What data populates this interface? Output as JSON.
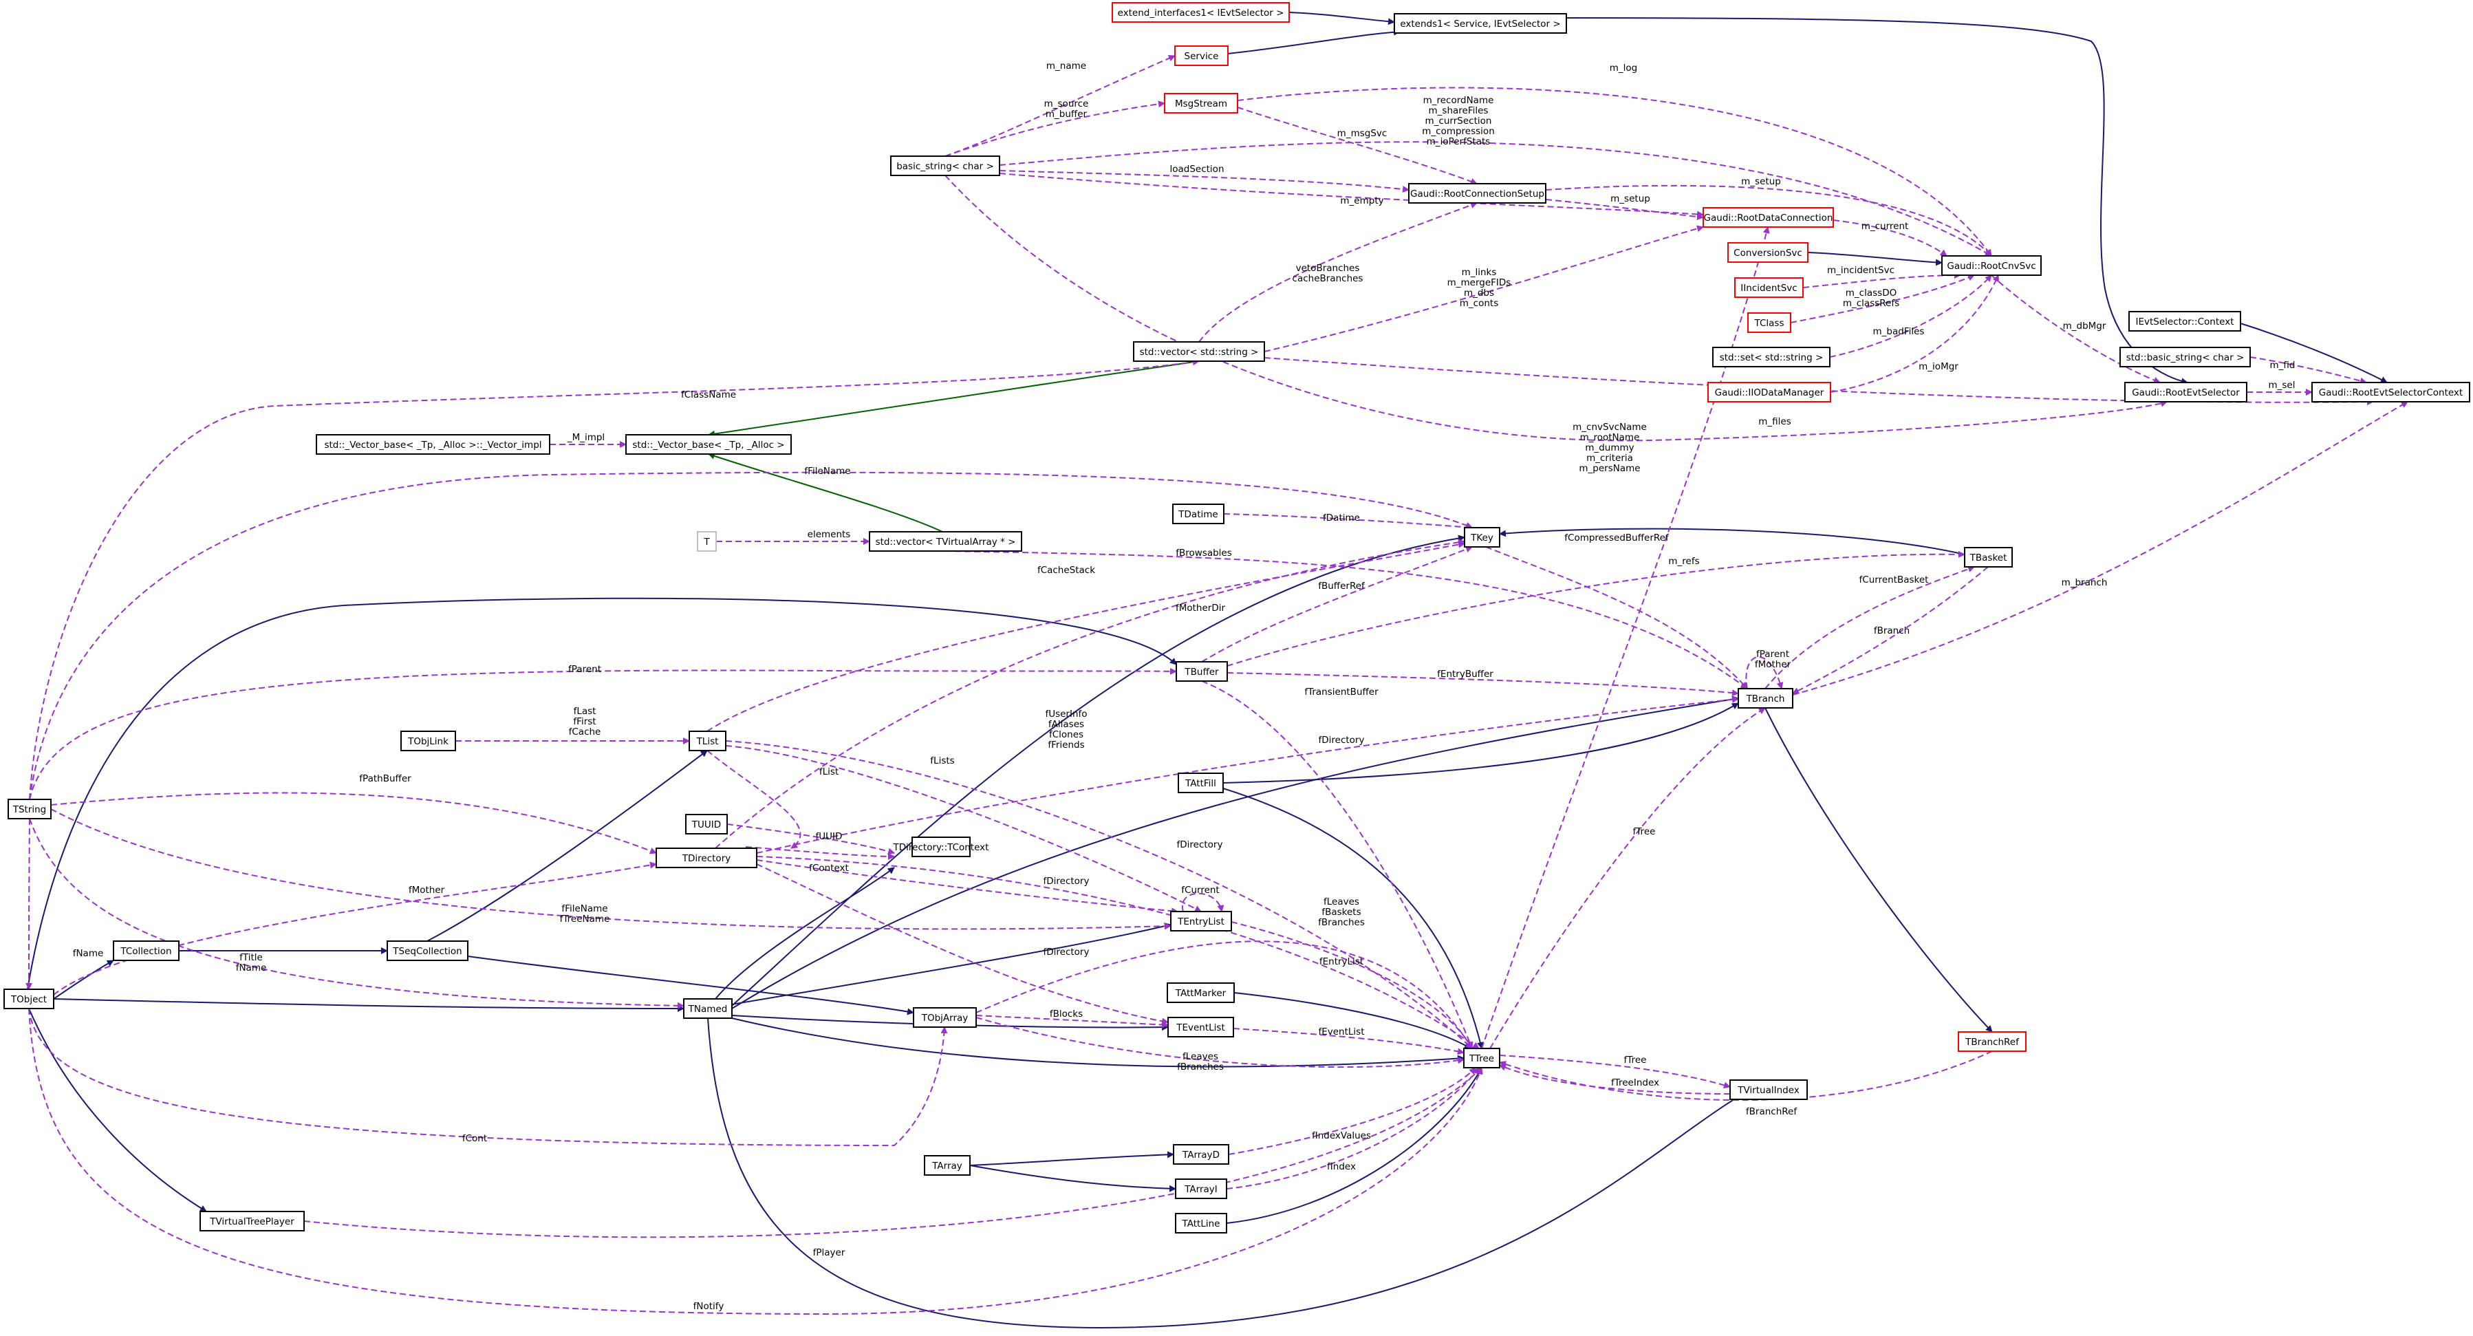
{
  "diagram": {
    "colors": {
      "inherit": "#191970",
      "template": "#006400",
      "usage": "#9a32cd",
      "box_complete": "#000000",
      "box_incomplete": "#ff0000",
      "box_undocumented": "#bfbfbf",
      "highlight_fill": "#bfbfbf"
    },
    "nodes": [
      {
        "id": "extend_interfaces1",
        "label": "extend_interfaces1< IEvtSelector >",
        "status": "incomplete"
      },
      {
        "id": "extends1",
        "label": "extends1< Service, IEvtSelector >",
        "status": "complete"
      },
      {
        "id": "Service",
        "label": "Service",
        "status": "incomplete"
      },
      {
        "id": "MsgStream",
        "label": "MsgStream",
        "status": "incomplete"
      },
      {
        "id": "basic_string",
        "label": "basic_string< char >",
        "status": "complete"
      },
      {
        "id": "RootConnectionSetup",
        "label": "Gaudi::RootConnectionSetup",
        "status": "complete"
      },
      {
        "id": "RootDataConnection",
        "label": "Gaudi::RootDataConnection",
        "status": "incomplete"
      },
      {
        "id": "ConversionSvc",
        "label": "ConversionSvc",
        "status": "incomplete"
      },
      {
        "id": "IIncidentSvc",
        "label": "IIncidentSvc",
        "status": "incomplete"
      },
      {
        "id": "TClass",
        "label": "TClass",
        "status": "incomplete"
      },
      {
        "id": "std_set",
        "label": "std::set< std::string >",
        "status": "complete"
      },
      {
        "id": "IIODataManager",
        "label": "Gaudi::IIODataManager",
        "status": "incomplete"
      },
      {
        "id": "RootCnvSvc",
        "label": "Gaudi::RootCnvSvc",
        "status": "complete"
      },
      {
        "id": "IEvtSelectorContext",
        "label": "IEvtSelector::Context",
        "status": "complete"
      },
      {
        "id": "std_basic_string",
        "label": "std::basic_string< char >",
        "status": "complete"
      },
      {
        "id": "RootEvtSelector",
        "label": "Gaudi::RootEvtSelector",
        "status": "complete"
      },
      {
        "id": "RootEvtSelectorContext",
        "label": "Gaudi::RootEvtSelectorContext",
        "status": "highlight"
      },
      {
        "id": "vector_string",
        "label": "std::vector< std::string >",
        "status": "complete"
      },
      {
        "id": "vector_base_impl",
        "label": "std::_Vector_base< _Tp, _Alloc >::_Vector_impl",
        "status": "complete"
      },
      {
        "id": "vector_base",
        "label": "std::_Vector_base< _Tp, _Alloc >",
        "status": "complete"
      },
      {
        "id": "T",
        "label": "T",
        "status": "undocumented"
      },
      {
        "id": "vector_tvirt",
        "label": "std::vector< TVirtualArray * >",
        "status": "complete"
      },
      {
        "id": "TDatime",
        "label": "TDatime",
        "status": "complete"
      },
      {
        "id": "TKey",
        "label": "TKey",
        "status": "complete"
      },
      {
        "id": "TBasket",
        "label": "TBasket",
        "status": "complete"
      },
      {
        "id": "TBuffer",
        "label": "TBuffer",
        "status": "complete"
      },
      {
        "id": "TBranch",
        "label": "TBranch",
        "status": "complete"
      },
      {
        "id": "TObjLink",
        "label": "TObjLink",
        "status": "complete"
      },
      {
        "id": "TList",
        "label": "TList",
        "status": "complete"
      },
      {
        "id": "TString",
        "label": "TString",
        "status": "complete"
      },
      {
        "id": "TAttFill",
        "label": "TAttFill",
        "status": "complete"
      },
      {
        "id": "TUUID",
        "label": "TUUID",
        "status": "complete"
      },
      {
        "id": "TDirectory",
        "label": "TDirectory",
        "status": "complete"
      },
      {
        "id": "TDirContext",
        "label": "TDirectory::TContext",
        "status": "complete"
      },
      {
        "id": "TEntryList",
        "label": "TEntryList",
        "status": "complete"
      },
      {
        "id": "TCollection",
        "label": "TCollection",
        "status": "complete"
      },
      {
        "id": "TSeqCollection",
        "label": "TSeqCollection",
        "status": "complete"
      },
      {
        "id": "TObject",
        "label": "TObject",
        "status": "complete"
      },
      {
        "id": "TNamed",
        "label": "TNamed",
        "status": "complete"
      },
      {
        "id": "TObjArray",
        "label": "TObjArray",
        "status": "complete"
      },
      {
        "id": "TAttMarker",
        "label": "TAttMarker",
        "status": "complete"
      },
      {
        "id": "TEventList",
        "label": "TEventList",
        "status": "complete"
      },
      {
        "id": "TTree",
        "label": "TTree",
        "status": "complete"
      },
      {
        "id": "TBranchRef",
        "label": "TBranchRef",
        "status": "incomplete"
      },
      {
        "id": "TVirtualIndex",
        "label": "TVirtualIndex",
        "status": "complete"
      },
      {
        "id": "TArrayD",
        "label": "TArrayD",
        "status": "complete"
      },
      {
        "id": "TArray",
        "label": "TArray",
        "status": "complete"
      },
      {
        "id": "TArrayI",
        "label": "TArrayI",
        "status": "complete"
      },
      {
        "id": "TAttLine",
        "label": "TAttLine",
        "status": "complete"
      },
      {
        "id": "TVirtualTreePlayer",
        "label": "TVirtualTreePlayer",
        "status": "complete"
      }
    ],
    "edges": [
      {
        "from": "extend_interfaces1",
        "to": "extends1",
        "kind": "inherit"
      },
      {
        "from": "Service",
        "to": "extends1",
        "kind": "inherit"
      },
      {
        "from": "extends1",
        "to": "RootEvtSelector",
        "kind": "inherit"
      },
      {
        "from": "ConversionSvc",
        "to": "RootCnvSvc",
        "kind": "inherit"
      },
      {
        "from": "IEvtSelectorContext",
        "to": "RootEvtSelectorContext",
        "kind": "inherit"
      },
      {
        "from": "vector_base",
        "to": "vector_string",
        "kind": "template"
      },
      {
        "from": "vector_base",
        "to": "vector_tvirt",
        "kind": "template"
      },
      {
        "from": "TKey",
        "to": "TBasket",
        "kind": "inherit"
      },
      {
        "from": "TNamed",
        "to": "TKey",
        "kind": "inherit"
      },
      {
        "from": "TObject",
        "to": "TBuffer",
        "kind": "inherit"
      },
      {
        "from": "TNamed",
        "to": "TBranch",
        "kind": "inherit"
      },
      {
        "from": "TAttFill",
        "to": "TBranch",
        "kind": "inherit"
      },
      {
        "from": "TSeqCollection",
        "to": "TList",
        "kind": "inherit"
      },
      {
        "from": "TCollection",
        "to": "TSeqCollection",
        "kind": "inherit"
      },
      {
        "from": "TObject",
        "to": "TCollection",
        "kind": "inherit"
      },
      {
        "from": "TObject",
        "to": "TNamed",
        "kind": "inherit"
      },
      {
        "from": "TNamed",
        "to": "TDirectory",
        "kind": "inherit"
      },
      {
        "from": "TNamed",
        "to": "TEntryList",
        "kind": "inherit"
      },
      {
        "from": "TSeqCollection",
        "to": "TObjArray",
        "kind": "inherit"
      },
      {
        "from": "TNamed",
        "to": "TEventList",
        "kind": "inherit"
      },
      {
        "from": "TNamed",
        "to": "TTree",
        "kind": "inherit"
      },
      {
        "from": "TAttFill",
        "to": "TTree",
        "kind": "inherit"
      },
      {
        "from": "TAttMarker",
        "to": "TTree",
        "kind": "inherit"
      },
      {
        "from": "TAttLine",
        "to": "TTree",
        "kind": "inherit"
      },
      {
        "from": "TBranch",
        "to": "TBranchRef",
        "kind": "inherit"
      },
      {
        "from": "TNamed",
        "to": "TVirtualIndex",
        "kind": "inherit"
      },
      {
        "from": "TArray",
        "to": "TArrayD",
        "kind": "inherit"
      },
      {
        "from": "TArray",
        "to": "TArrayI",
        "kind": "inherit"
      },
      {
        "from": "TObject",
        "to": "TVirtualTreePlayer",
        "kind": "inherit"
      },
      {
        "from": "basic_string",
        "to": "Service",
        "kind": "usage",
        "label": "m_name"
      },
      {
        "from": "basic_string",
        "to": "MsgStream",
        "kind": "usage",
        "label": "m_source\nm_buffer"
      },
      {
        "from": "MsgStream",
        "to": "RootCnvSvc",
        "kind": "usage",
        "label": "m_log"
      },
      {
        "from": "MsgStream",
        "to": "RootConnectionSetup",
        "kind": "usage",
        "label": "m_msgSvc"
      },
      {
        "from": "basic_string",
        "to": "RootCnvSvc",
        "kind": "usage",
        "label": "m_recordName\nm_shareFiles\nm_currSection\nm_compression\nm_ioPerfStats"
      },
      {
        "from": "basic_string",
        "to": "RootConnectionSetup",
        "kind": "usage",
        "label": "loadSection"
      },
      {
        "from": "basic_string",
        "to": "RootDataConnection",
        "kind": "usage",
        "label": "m_empty"
      },
      {
        "from": "RootConnectionSetup",
        "to": "RootCnvSvc",
        "kind": "usage",
        "label": "m_setup"
      },
      {
        "from": "RootConnectionSetup",
        "to": "RootDataConnection",
        "kind": "usage",
        "label": "m_setup"
      },
      {
        "from": "RootDataConnection",
        "to": "RootCnvSvc",
        "kind": "usage",
        "label": "m_current"
      },
      {
        "from": "IIncidentSvc",
        "to": "RootCnvSvc",
        "kind": "usage",
        "label": "m_incidentSvc"
      },
      {
        "from": "TClass",
        "to": "RootCnvSvc",
        "kind": "usage",
        "label": "m_classDO\nm_classRefs"
      },
      {
        "from": "std_set",
        "to": "RootCnvSvc",
        "kind": "usage",
        "label": "m_badFiles"
      },
      {
        "from": "IIODataManager",
        "to": "RootCnvSvc",
        "kind": "usage",
        "label": "m_ioMgr"
      },
      {
        "from": "RootCnvSvc",
        "to": "RootEvtSelector",
        "kind": "usage",
        "label": "m_dbMgr"
      },
      {
        "from": "std_basic_string",
        "to": "RootEvtSelectorContext",
        "kind": "usage",
        "label": "m_fid"
      },
      {
        "from": "RootEvtSelector",
        "to": "RootEvtSelectorContext",
        "kind": "usage",
        "label": "m_sel"
      },
      {
        "from": "vector_string",
        "to": "RootConnectionSetup",
        "kind": "usage",
        "label": "vetoBranches\ncacheBranches"
      },
      {
        "from": "vector_string",
        "to": "RootDataConnection",
        "kind": "usage",
        "label": "m_links\nm_mergeFIDs\nm_dbs\nm_conts"
      },
      {
        "from": "vector_string",
        "to": "RootEvtSelectorContext",
        "kind": "usage",
        "label": "m_files"
      },
      {
        "from": "basic_string",
        "to": "RootEvtSelector",
        "kind": "usage",
        "label": "m_cnvSvcName\nm_rootName\nm_dummy\nm_criteria\nm_persName"
      },
      {
        "from": "TString",
        "to": "vector_string",
        "kind": "usage",
        "label": "fClassName"
      },
      {
        "from": "vector_base_impl",
        "to": "vector_base",
        "kind": "usage",
        "label": "_M_impl"
      },
      {
        "from": "T",
        "to": "vector_tvirt",
        "kind": "usage",
        "label": "elements"
      },
      {
        "from": "TString",
        "to": "TKey",
        "kind": "usage",
        "label": "fFileName"
      },
      {
        "from": "TDatime",
        "to": "TKey",
        "kind": "usage",
        "label": "fDatime"
      },
      {
        "from": "TList",
        "to": "TKey",
        "kind": "usage",
        "label": "fCacheStack"
      },
      {
        "from": "vector_tvirt",
        "to": "TBranch",
        "kind": "usage",
        "label": "fBrowsables"
      },
      {
        "from": "TBuffer",
        "to": "TBasket",
        "kind": "usage",
        "label": "fCompressedBufferRef"
      },
      {
        "from": "TKey",
        "to": "TBranch",
        "kind": "usage",
        "label": "m_refs"
      },
      {
        "from": "TDirectory",
        "to": "TKey",
        "kind": "usage",
        "label": "fMotherDir"
      },
      {
        "from": "TBuffer",
        "to": "TKey",
        "kind": "usage",
        "label": "fBufferRef"
      },
      {
        "from": "TBasket",
        "to": "TBranch",
        "kind": "usage",
        "label": "fCurrentBasket"
      },
      {
        "from": "TBranch",
        "to": "TBasket",
        "kind": "usage",
        "label": "fBranch"
      },
      {
        "from": "TBranch",
        "to": "RootEvtSelectorContext",
        "kind": "usage",
        "label": "m_branch"
      },
      {
        "from": "TBranch",
        "to": "TBranch",
        "kind": "usage",
        "label": "fParent\nfMother"
      },
      {
        "from": "TString",
        "to": "TBuffer",
        "kind": "usage",
        "label": "fParent"
      },
      {
        "from": "TBuffer",
        "to": "TBranch",
        "kind": "usage",
        "label": "fEntryBuffer"
      },
      {
        "from": "TBuffer",
        "to": "TTree",
        "kind": "usage",
        "label": "fTransientBuffer"
      },
      {
        "from": "TObjLink",
        "to": "TList",
        "kind": "usage",
        "label": "fLast\nfFirst\nfCache"
      },
      {
        "from": "TList",
        "to": "TDirectory",
        "kind": "usage",
        "label": "fList"
      },
      {
        "from": "TList",
        "to": "TTree",
        "kind": "usage",
        "label": "fUserInfo\nfAliases\nfClones\nfFriends"
      },
      {
        "from": "TDirectory",
        "to": "TBranch",
        "kind": "usage",
        "label": "fDirectory"
      },
      {
        "from": "TList",
        "to": "TEntryList",
        "kind": "usage",
        "label": "fLists"
      },
      {
        "from": "TString",
        "to": "TDirectory",
        "kind": "usage",
        "label": "fPathBuffer"
      },
      {
        "from": "TUUID",
        "to": "TDirectory",
        "kind": "usage",
        "label": "fUUID"
      },
      {
        "from": "TDirContext",
        "to": "TDirectory",
        "kind": "usage",
        "label": "fContext"
      },
      {
        "from": "TDirectory",
        "to": "TTree",
        "kind": "usage",
        "label": "fDirectory"
      },
      {
        "from": "TObject",
        "to": "TDirectory",
        "kind": "usage",
        "label": "fMother"
      },
      {
        "from": "TDirectory",
        "to": "TEntryList",
        "kind": "usage",
        "label": "fDirectory"
      },
      {
        "from": "TEntryList",
        "to": "TEntryList",
        "kind": "usage",
        "label": "fCurrent"
      },
      {
        "from": "TString",
        "to": "TEntryList",
        "kind": "usage",
        "label": "fFileName\nfTreeName"
      },
      {
        "from": "TString",
        "to": "TNamed",
        "kind": "usage",
        "label": "fTitle\nfName"
      },
      {
        "from": "TString",
        "to": "TObject",
        "kind": "usage",
        "label": "fName"
      },
      {
        "from": "TDirectory",
        "to": "TEventList",
        "kind": "usage",
        "label": "fDirectory"
      },
      {
        "from": "TObjArray",
        "to": "TTree",
        "kind": "usage",
        "label": "fLeaves\nfBaskets\nfBranches"
      },
      {
        "from": "TEntryList",
        "to": "TTree",
        "kind": "usage",
        "label": "fEntryList"
      },
      {
        "from": "TObjArray",
        "to": "TEventList",
        "kind": "usage",
        "label": "fBlocks"
      },
      {
        "from": "TObjArray",
        "to": "TTree",
        "kind": "usage",
        "label": "fLeaves\nfBranches"
      },
      {
        "from": "TEventList",
        "to": "TTree",
        "kind": "usage",
        "label": "fEventList"
      },
      {
        "from": "TTree",
        "to": "TBranch",
        "kind": "usage",
        "label": "fTree"
      },
      {
        "from": "TTree",
        "to": "TVirtualIndex",
        "kind": "usage",
        "label": "fTree"
      },
      {
        "from": "TVirtualIndex",
        "to": "TTree",
        "kind": "usage",
        "label": "fTreeIndex"
      },
      {
        "from": "TBranchRef",
        "to": "TTree",
        "kind": "usage",
        "label": "fBranchRef"
      },
      {
        "from": "TArrayD",
        "to": "TTree",
        "kind": "usage",
        "label": "fIndexValues"
      },
      {
        "from": "TArrayI",
        "to": "TTree",
        "kind": "usage",
        "label": "fIndex"
      },
      {
        "from": "TObject",
        "to": "TObjArray",
        "kind": "usage",
        "label": "fCont"
      },
      {
        "from": "TVirtualTreePlayer",
        "to": "TTree",
        "kind": "usage",
        "label": "fPlayer"
      },
      {
        "from": "TObject",
        "to": "TTree",
        "kind": "usage",
        "label": "fNotify"
      },
      {
        "from": "TTree",
        "to": "RootDataConnection",
        "kind": "usage",
        "label": ""
      }
    ]
  }
}
